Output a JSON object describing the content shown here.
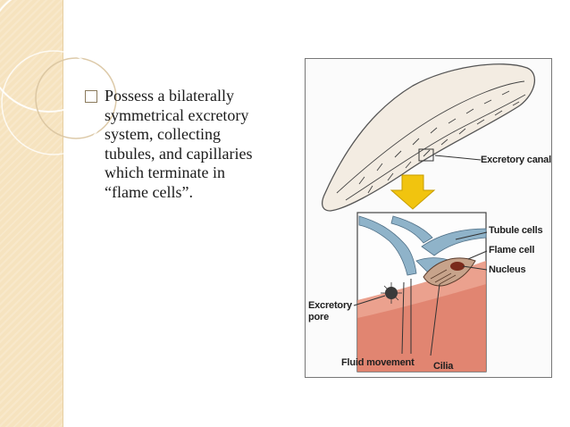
{
  "slide": {
    "bullet_text": "Possess a bilaterally\nsymmetrical excretory\nsystem, collecting\ntubules, and capillaries\nwhich terminate in\n“flame cells”."
  },
  "figure": {
    "labels": {
      "excretory_canal": "Excretory canal",
      "tubule_cells": "Tubule cells",
      "flame_cell": "Flame cell",
      "nucleus": "Nucleus",
      "excretory_pore": "Excretory\npore",
      "fluid_movement": "Fluid movement",
      "cilia": "Cilia"
    },
    "colors": {
      "arrow": "#f1c40f",
      "tissue": "#e8907a",
      "cell": "#8fb3c9"
    }
  }
}
